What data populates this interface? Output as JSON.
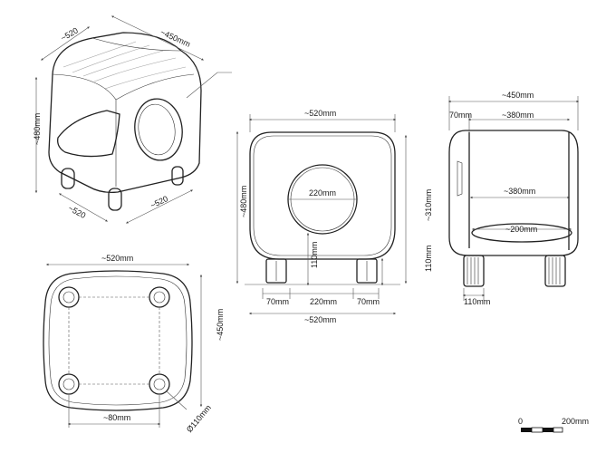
{
  "iso_view": {
    "dim_top_left": "~520",
    "dim_top_right": "~450mm",
    "dim_height": "~480mm",
    "dim_bottom_left": "~520",
    "dim_bottom_right": "~520"
  },
  "front_view": {
    "dim_width": "~520mm",
    "dim_height": "~480mm",
    "dim_opening_diameter": "220mm",
    "dim_opening_height": "~310mm",
    "dim_leg_clearance": "110mm",
    "dim_leg_right_height": "110mm",
    "dim_bottom_left": "70mm",
    "dim_bottom_mid": "220mm",
    "dim_bottom_right": "70mm",
    "dim_bottom_total": "~520mm"
  },
  "side_view": {
    "dim_width": "~450mm",
    "dim_left_offset": "70mm",
    "dim_top_inner": "~380mm",
    "dim_mid_inner": "~380mm",
    "dim_cushion": "~200mm",
    "dim_leg": "110mm"
  },
  "bottom_view": {
    "dim_width": "~520mm",
    "dim_depth": "~450mm",
    "dim_leg_spacing": "~80mm",
    "dim_leg_diameter": "Ø110mm"
  },
  "scale_bar": {
    "start": "0",
    "end": "200mm"
  }
}
